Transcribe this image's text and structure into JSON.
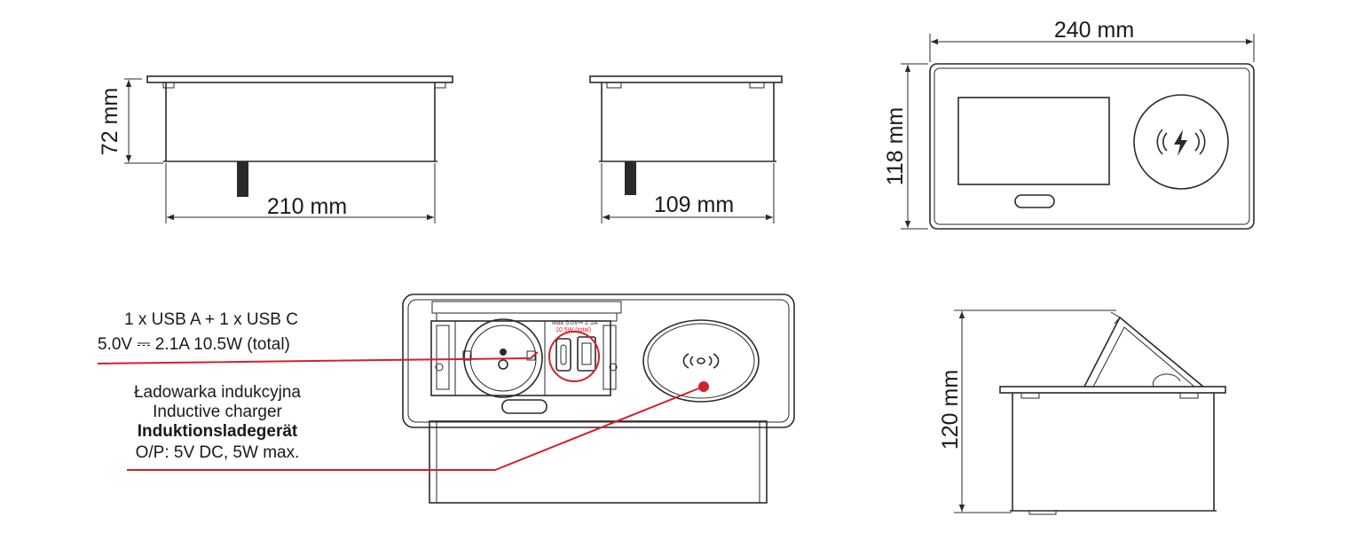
{
  "dimensions": {
    "front_height": "72 mm",
    "front_width": "210 mm",
    "side_depth": "109 mm",
    "top_width": "240 mm",
    "top_height": "118 mm",
    "open_height": "120 mm"
  },
  "callouts": {
    "usb": {
      "line1": "1 x USB A + 1 x USB C",
      "line2": "5.0V ⎓ 2.1A  10.5W (total)"
    },
    "charger": {
      "line1": "Ładowarka indukcyjna",
      "line2": "Inductive charger",
      "line3": "Induktionsladegerät",
      "line4": "O/P: 5V DC, 5W max."
    }
  },
  "usb_label": {
    "line1": "Max 5.0V⎓ 2.1A",
    "line2": "10.5W (total)"
  },
  "colors": {
    "line": "#2a2a2a",
    "accent": "#d4202a"
  }
}
